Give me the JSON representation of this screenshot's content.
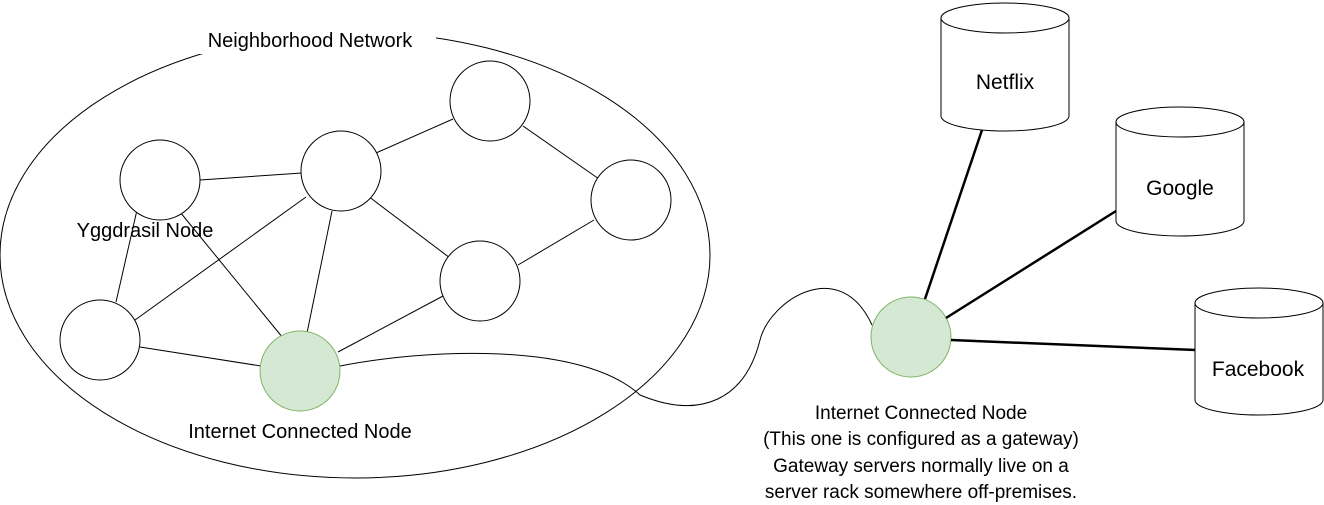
{
  "network": {
    "label": "Neighborhood Network"
  },
  "labels": {
    "yggdrasil_node": "Yggdrasil Node",
    "internet_node": "Internet Connected Node"
  },
  "gateway": {
    "lines": [
      "Internet Connected Node",
      "(This one is configured as a gateway)",
      "Gateway servers normally live on a",
      "server rack somewhere off-premises."
    ]
  },
  "services": [
    {
      "label": "Netflix"
    },
    {
      "label": "Google"
    },
    {
      "label": "Facebook"
    }
  ],
  "colors": {
    "internet_node_fill": "#d5e8d4",
    "internet_node_stroke": "#82b366",
    "node_fill": "#ffffff",
    "stroke": "#000000"
  }
}
